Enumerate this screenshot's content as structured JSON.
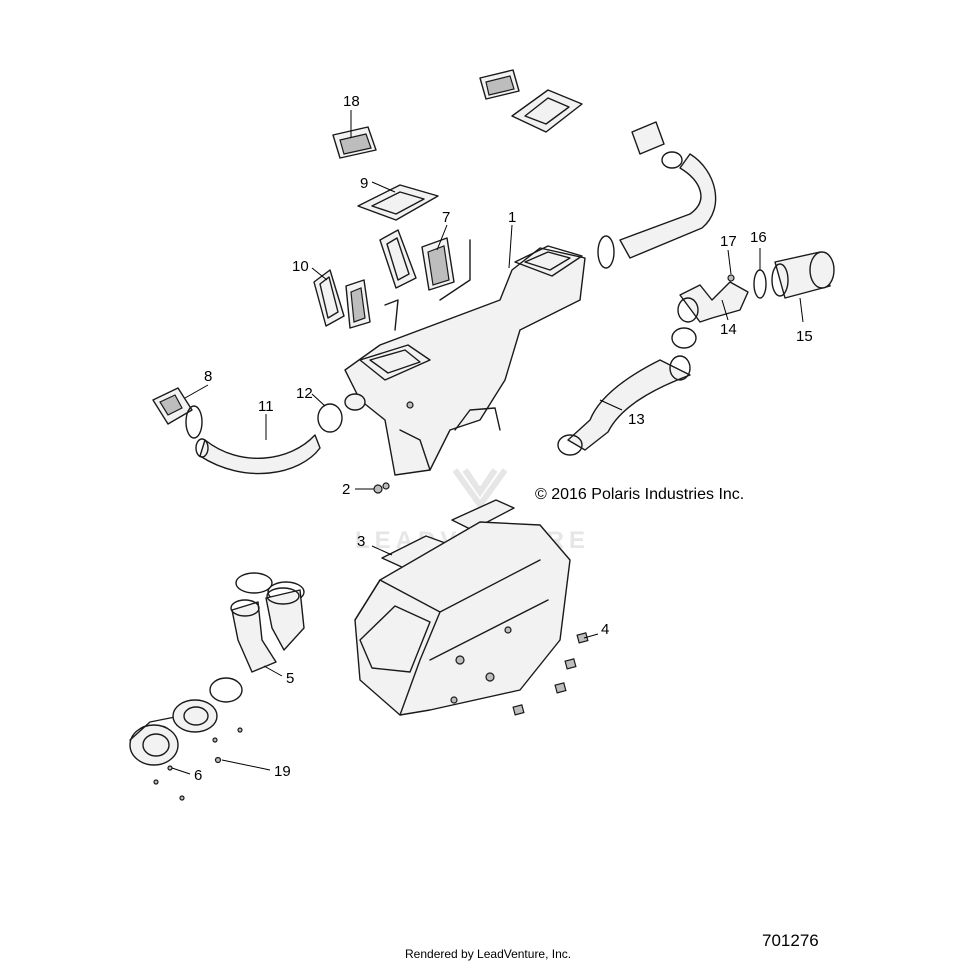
{
  "callouts": {
    "c1": "1",
    "c2": "2",
    "c3": "3",
    "c4": "4",
    "c5": "5",
    "c6": "6",
    "c7": "7",
    "c8": "8",
    "c9": "9",
    "c10": "10",
    "c11": "11",
    "c12": "12",
    "c13": "13",
    "c14": "14",
    "c15": "15",
    "c16": "16",
    "c17": "17",
    "c18": "18",
    "c19": "19"
  },
  "copyright": "© 2016 Polaris Industries Inc.",
  "watermark": "LEADVENTURE",
  "footer": "Rendered by LeadVenture, Inc.",
  "diagram_number": "701276",
  "colors": {
    "line": "#1a1a1a",
    "fill": "#f2f2f2",
    "watermark": "#e6e6e6"
  }
}
